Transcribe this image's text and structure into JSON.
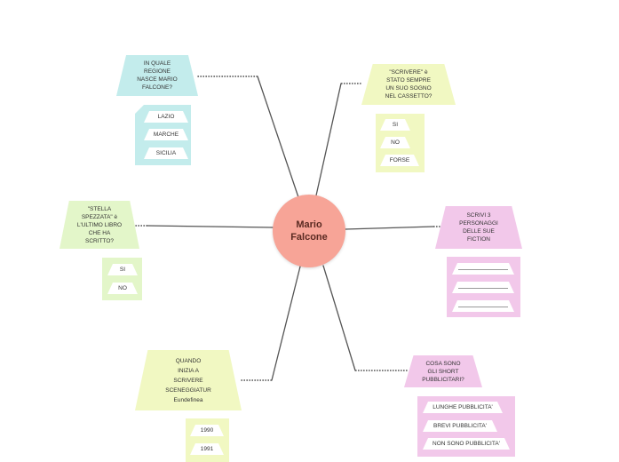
{
  "center": {
    "line1": "Mario",
    "line2": "Falcone"
  },
  "colors": {
    "center": "#f7a497",
    "cyan": "#c3ecec",
    "green": "#e3f6c9",
    "lime": "#f1f8c2",
    "pink": "#f2c8ea",
    "connector": "#555555"
  },
  "nodes": {
    "regione": {
      "lines": [
        "IN QUALE",
        "REGIONE",
        "NASCE MARIO",
        "FALCONE?"
      ],
      "options": [
        "LAZIO",
        "MARCHE",
        "SICILIA"
      ]
    },
    "scrivere": {
      "lines": [
        "\"SCRIVERE\" è",
        "STATO SEMPRE",
        "UN SUO SOGNO",
        "NEL CASSETTO?"
      ],
      "options": [
        "SI",
        "NO",
        "FORSE"
      ]
    },
    "stella": {
      "lines": [
        "\"STELLA",
        "SPEZZATA\" è",
        "L'ULTIMO LIBRO",
        "CHE HA",
        "SCRITTO?"
      ],
      "options": [
        "SI",
        "NO"
      ]
    },
    "personaggi": {
      "lines": [
        "SCRIVI   3",
        "PERSONAGGI",
        "DELLE SUE",
        "FICTION"
      ],
      "options": [
        "",
        "",
        ""
      ]
    },
    "quando": {
      "lines": [
        "QUANDO",
        "INIZIA A",
        "SCRIVERE",
        "SCENEGGIATUR",
        "Eundefinea"
      ],
      "options": [
        "1990",
        "1991"
      ]
    },
    "short": {
      "lines": [
        "COSA SONO",
        "GLI SHORT",
        "PUBBLICITARI?"
      ],
      "options": [
        "LUNGHE PUBBLICITA'",
        "BREVI PUBBLICITA'",
        "NON SONO PUBBLICITA'"
      ]
    }
  }
}
